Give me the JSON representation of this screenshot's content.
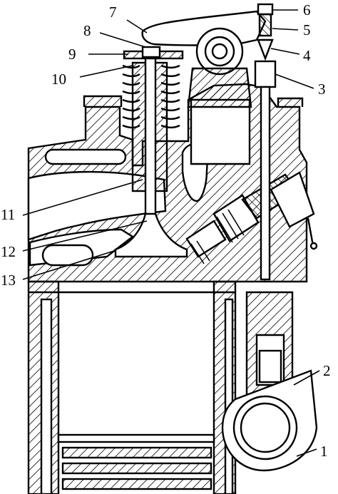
{
  "labels": {
    "1": "1",
    "2": "2",
    "3": "3",
    "4": "4",
    "5": "5",
    "6": "6",
    "7": "7",
    "8": "8",
    "9": "9",
    "10": "10",
    "11": "11",
    "12": "12",
    "13": "13"
  }
}
